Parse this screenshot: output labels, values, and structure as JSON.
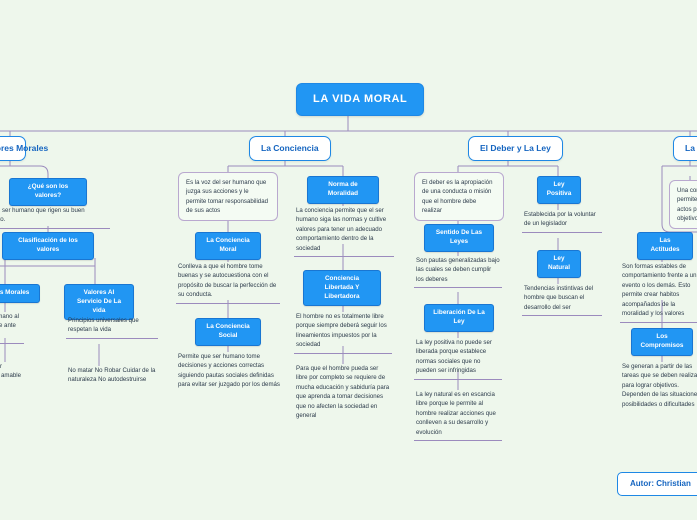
{
  "background_color": "#eef7ec",
  "accent_color": "#2196f3",
  "branch_text_color": "#1565c0",
  "connector_color": "#9b8bbd",
  "root": {
    "label": "LA VIDA MORAL"
  },
  "branches": [
    {
      "id": "valores-morales",
      "label": "Los Valores Morales",
      "clipped": true,
      "nodes": [
        {
          "name": "que-son-los-valores",
          "type": "tag",
          "text": "¿Qué son los valores?"
        },
        {
          "name": "valores-definicion",
          "type": "note",
          "text": "Cualidades del ser humano que rigen su buen comportamiento."
        },
        {
          "name": "clasificacion-de-los-valores",
          "type": "tag",
          "text": "Clasificación de los valores"
        },
        {
          "name": "valores-morales-tag",
          "type": "tag",
          "text": "Valores Morales"
        },
        {
          "name": "valores-morales-desc",
          "type": "note",
          "text": "Son del ser humano al poder mostrarse ante la sociedad"
        },
        {
          "name": "valores-morales-lista",
          "type": "note",
          "text": "Ser honesto Ser respetuoso Ser amable Ser justo"
        },
        {
          "name": "valores-al-servicio-de-la-vida-tag",
          "type": "tag",
          "text": "Valores Al Servicio De La vida"
        },
        {
          "name": "valores-servicio-desc",
          "type": "note",
          "text": "Principios universales que respetan la vida"
        },
        {
          "name": "valores-servicio-lista",
          "type": "note",
          "text": "No matar No Robar Cuidar de la naturaleza No autodestruirse"
        }
      ]
    },
    {
      "id": "la-conciencia",
      "label": "La Conciencia",
      "clipped": false,
      "nodes": [
        {
          "name": "conciencia-definicion",
          "type": "bubble",
          "text": "Es la voz del ser humano que juzga sus acciones y le permite tomar responsabilidad de sus actos"
        },
        {
          "name": "la-conciencia-moral-tag",
          "type": "tag",
          "text": "La Conciencia Moral"
        },
        {
          "name": "conciencia-moral-desc",
          "type": "note",
          "text": "Conlleva a que el hombre tome buenas y se autocuestiona con el propósito de buscar la perfección de su conducta."
        },
        {
          "name": "la-conciencia-social-tag",
          "type": "tag",
          "text": "La Conciencia Social"
        },
        {
          "name": "conciencia-social-desc",
          "type": "note",
          "text": "Permite que ser humano tome decisiones y acciones correctas siguiendo pautas sociales definidas para evitar ser juzgado por los demás"
        },
        {
          "name": "norma-de-moralidad-tag",
          "type": "tag",
          "text": "Norma de Moralidad"
        },
        {
          "name": "norma-moralidad-desc",
          "type": "note",
          "text": "La conciencia permite que el ser humano siga las normas y cultive valores para tener un adecuado comportamiento dentro de la sociedad"
        },
        {
          "name": "conciencia-libertada-tag",
          "type": "tag",
          "text": "Conciencia Libertada Y Libertadora"
        },
        {
          "name": "conciencia-libertada-desc",
          "type": "note",
          "text": "El hombre no es totalmente libre porque siempre deberá seguir los lineamientos impuestos por la sociedad"
        },
        {
          "name": "conciencia-libertada-desc2",
          "type": "note",
          "text": "Para que el hombre pueda ser libre por completo se requiere de mucha educación y sabiduría para que aprenda a tomar decisiones que no afecten la sociedad en general"
        }
      ]
    },
    {
      "id": "el-deber-y-la-ley",
      "label": "El Deber y La Ley",
      "clipped": false,
      "nodes": [
        {
          "name": "deber-definicion",
          "type": "bubble",
          "text": "El deber es la apropiación de una conducta o misión que el hombre debe realizar"
        },
        {
          "name": "sentido-de-las-leyes-tag",
          "type": "tag",
          "text": "Sentido De Las Leyes"
        },
        {
          "name": "sentido-leyes-desc",
          "type": "note",
          "text": "Son pautas generalizadas bajo las cuales se deben cumplir los deberes"
        },
        {
          "name": "liberacion-de-la-ley-tag",
          "type": "tag",
          "text": "Liberación De La Ley"
        },
        {
          "name": "liberacion-ley-desc",
          "type": "note",
          "text": "La ley positiva no puede ser liberada porque establece normas sociales que no pueden ser infringidas"
        },
        {
          "name": "liberacion-ley-desc2",
          "type": "note",
          "text": "La ley natural es en escancia libre porque le permite al hombre realizar acciones que conlleven a su desarrollo y evolución"
        },
        {
          "name": "ley-positiva-tag",
          "type": "tag",
          "text": "Ley Positiva"
        },
        {
          "name": "ley-positiva-desc",
          "type": "note",
          "text": "Establecida por la voluntar de un legislador"
        },
        {
          "name": "ley-natural-tag",
          "type": "tag",
          "text": "Ley Natural"
        },
        {
          "name": "ley-natural-desc",
          "type": "note",
          "text": "Tendencias instintivas del hombre que buscan el desarrollo del ser"
        }
      ]
    },
    {
      "id": "la-conducta",
      "label": "La Conducta",
      "clipped": true,
      "nodes": [
        {
          "name": "conducta-definicion",
          "type": "bubble",
          "text": "Una conducta permite realizar actos para lograr objetivos"
        },
        {
          "name": "las-actitudes-tag",
          "type": "tag",
          "text": "Las Actitudes"
        },
        {
          "name": "las-actitudes-desc",
          "type": "note",
          "text": "Son formas estables de comportamiento frente a un evento o los demás. Esto permite crear habitos acompañados de la moralidad y los valores"
        },
        {
          "name": "los-compromisos-tag",
          "type": "tag",
          "text": "Los Compromisos"
        },
        {
          "name": "los-compromisos-desc",
          "type": "note",
          "text": "Se generan a partir de las tareas que se deben realizar para lograr objetivos. Dependen de las situaciones, posibilidades o dificultades"
        }
      ]
    }
  ],
  "footer": {
    "author_label": "Autor: Christian"
  }
}
